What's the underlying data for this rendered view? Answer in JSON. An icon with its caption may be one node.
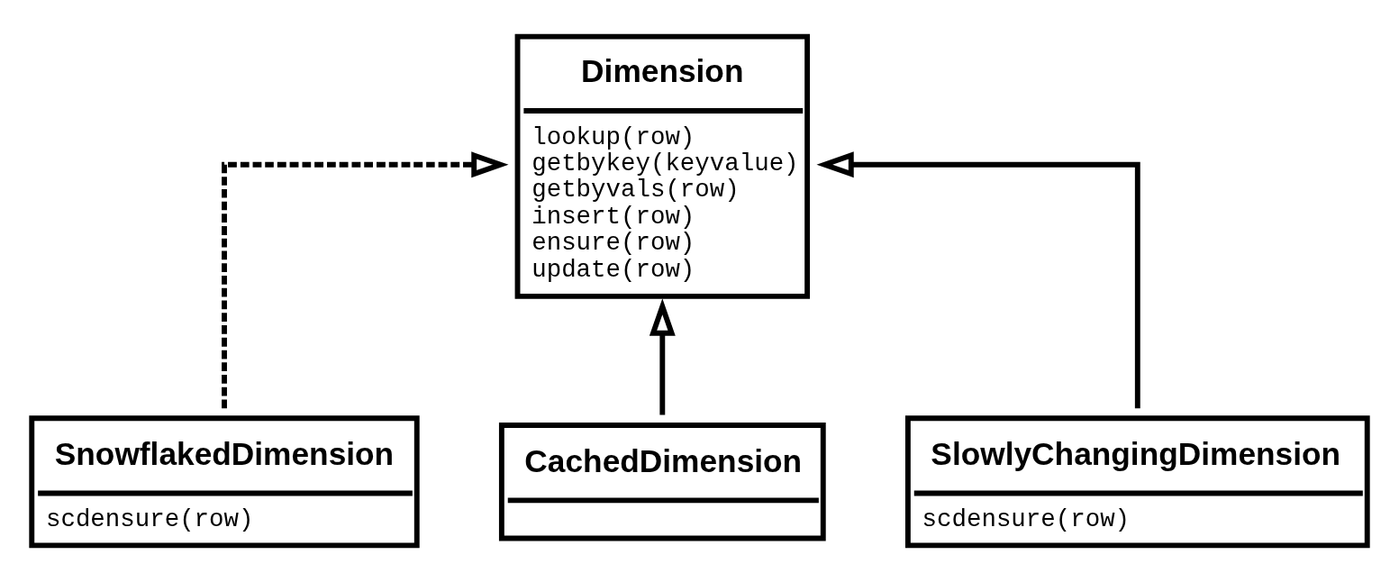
{
  "diagram": {
    "nodes": [
      {
        "text": [
          "Dimension",
          "lookup(row)",
          "getbykey(keyvalue)",
          "getbyvals(row)",
          "insert(row)",
          "ensure(row)",
          "update(row)"
        ]
      },
      {
        "text": [
          "SnowflakedDimension",
          "scdensure(row)"
        ]
      },
      {
        "text": [
          "CachedDimension"
        ]
      },
      {
        "text": [
          "SlowlyChangingDimension",
          "scdensure(row)"
        ]
      }
    ],
    "edges": [
      {
        "from": 1,
        "to": 0,
        "arrow": "to",
        "style": "dashed"
      },
      {
        "from": 2,
        "to": 0,
        "arrow": "to"
      },
      {
        "from": 3,
        "to": 0,
        "arrow": "to"
      }
    ]
  }
}
